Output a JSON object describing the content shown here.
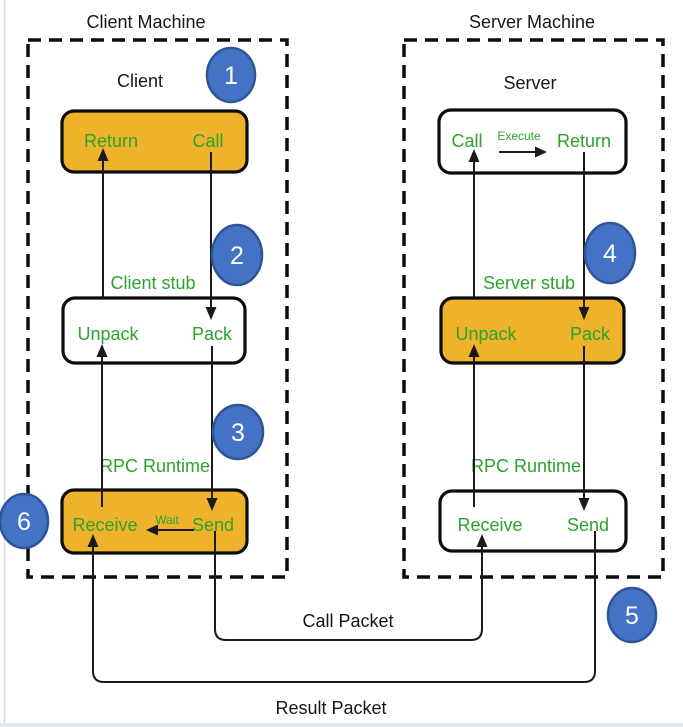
{
  "colors": {
    "green_text": "#2CA32C",
    "orange_box": "#EEB32B",
    "badge_fill": "#4472C4",
    "badge_stroke": "#2E5697",
    "line": "#1a1a1a"
  },
  "client": {
    "machine_title": "Client Machine",
    "node_label": "Client",
    "stub_label": "Client stub",
    "runtime_label": "RPC Runtime",
    "app_return": "Return",
    "app_call": "Call",
    "stub_unpack": "Unpack",
    "stub_pack": "Pack",
    "rt_receive": "Receive",
    "rt_wait": "Wait",
    "rt_send": "Send"
  },
  "server": {
    "machine_title": "Server Machine",
    "node_label": "Server",
    "stub_label": "Server stub",
    "runtime_label": "RPC Runtime",
    "app_call": "Call",
    "app_execute": "Execute",
    "app_return": "Return",
    "stub_unpack": "Unpack",
    "stub_pack": "Pack",
    "rt_receive": "Receive",
    "rt_send": "Send"
  },
  "packets": {
    "call_label": "Call Packet",
    "result_label": "Result Packet"
  },
  "steps": {
    "step1": "1",
    "step2": "2",
    "step3": "3",
    "step4": "4",
    "step5": "5",
    "step6": "6"
  }
}
